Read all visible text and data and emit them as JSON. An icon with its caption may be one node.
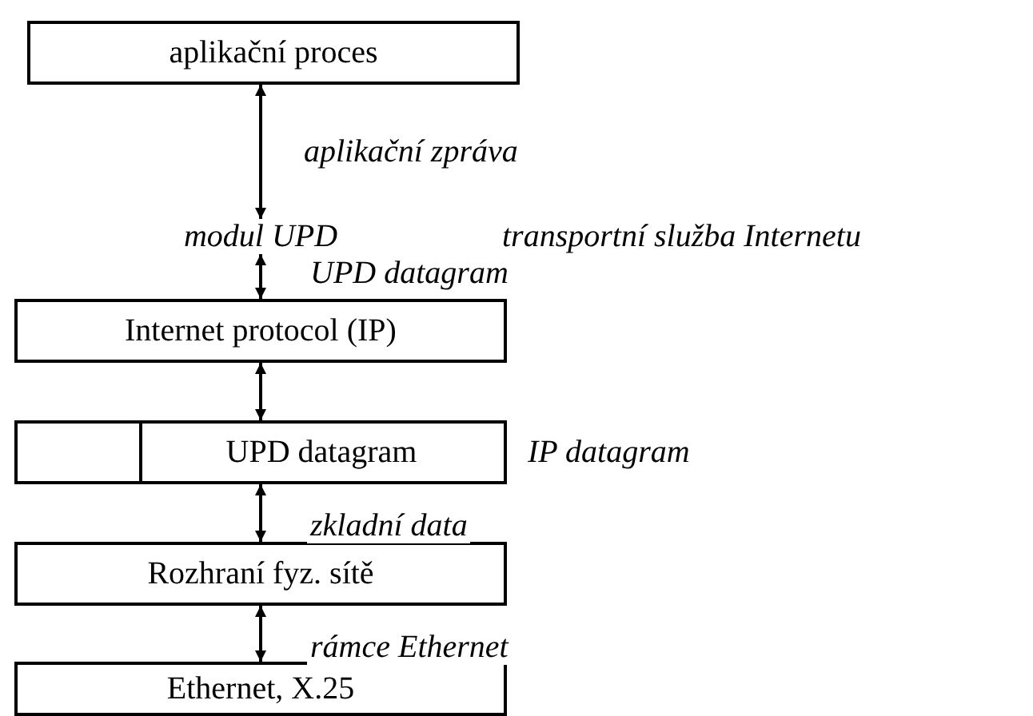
{
  "diagram": {
    "nodes": [
      {
        "text": [
          "aplikační proces"
        ]
      },
      {
        "text": [
          "modul UPD"
        ]
      },
      {
        "text": [
          "Internet protocol (IP)"
        ]
      },
      {
        "text": [
          "UPD datagram"
        ],
        "beside": [
          "IP datagram"
        ]
      },
      {
        "text": [
          "Rozhraní fyz. sítě"
        ]
      },
      {
        "text": [
          "Ethernet, X.25"
        ]
      }
    ],
    "edges": [
      {
        "from": 0,
        "to": 1,
        "arrow": "both",
        "label": "aplikační zpráva"
      },
      {
        "from": 1,
        "to": 2,
        "arrow": "both",
        "label": "UPD datagram"
      },
      {
        "from": 2,
        "to": 3,
        "arrow": "both"
      },
      {
        "from": 3,
        "to": 4,
        "arrow": "both",
        "label": "zkladní data"
      },
      {
        "from": 4,
        "to": 5,
        "arrow": "both",
        "label": "rámce Ethernet"
      }
    ],
    "labels": [
      "transportní služba Internetu"
    ]
  }
}
